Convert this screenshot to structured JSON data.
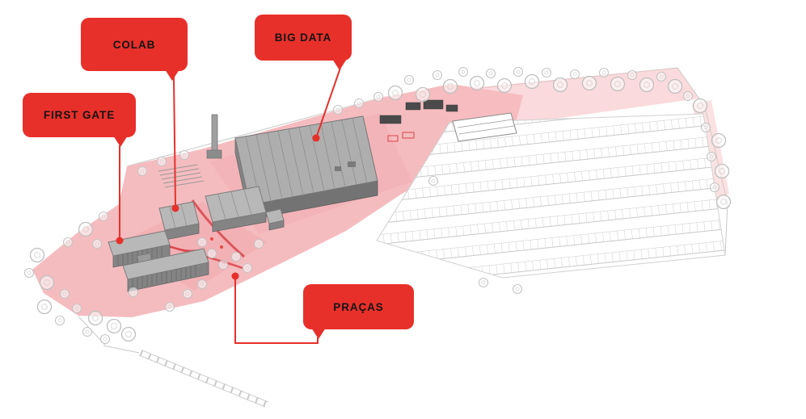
{
  "colors": {
    "callout_red": "#e8302a",
    "callout_text": "#141414",
    "ground_pink": "#f5bcbf",
    "ground_pink_deep": "#efa6ab",
    "accent_red": "#d9444b"
  },
  "callouts": {
    "first_gate": {
      "label": "FIRST GATE"
    },
    "colab": {
      "label": "COLAB"
    },
    "big_data": {
      "label": "BIG DATA"
    },
    "pracas": {
      "label": "PRAÇAS"
    }
  }
}
